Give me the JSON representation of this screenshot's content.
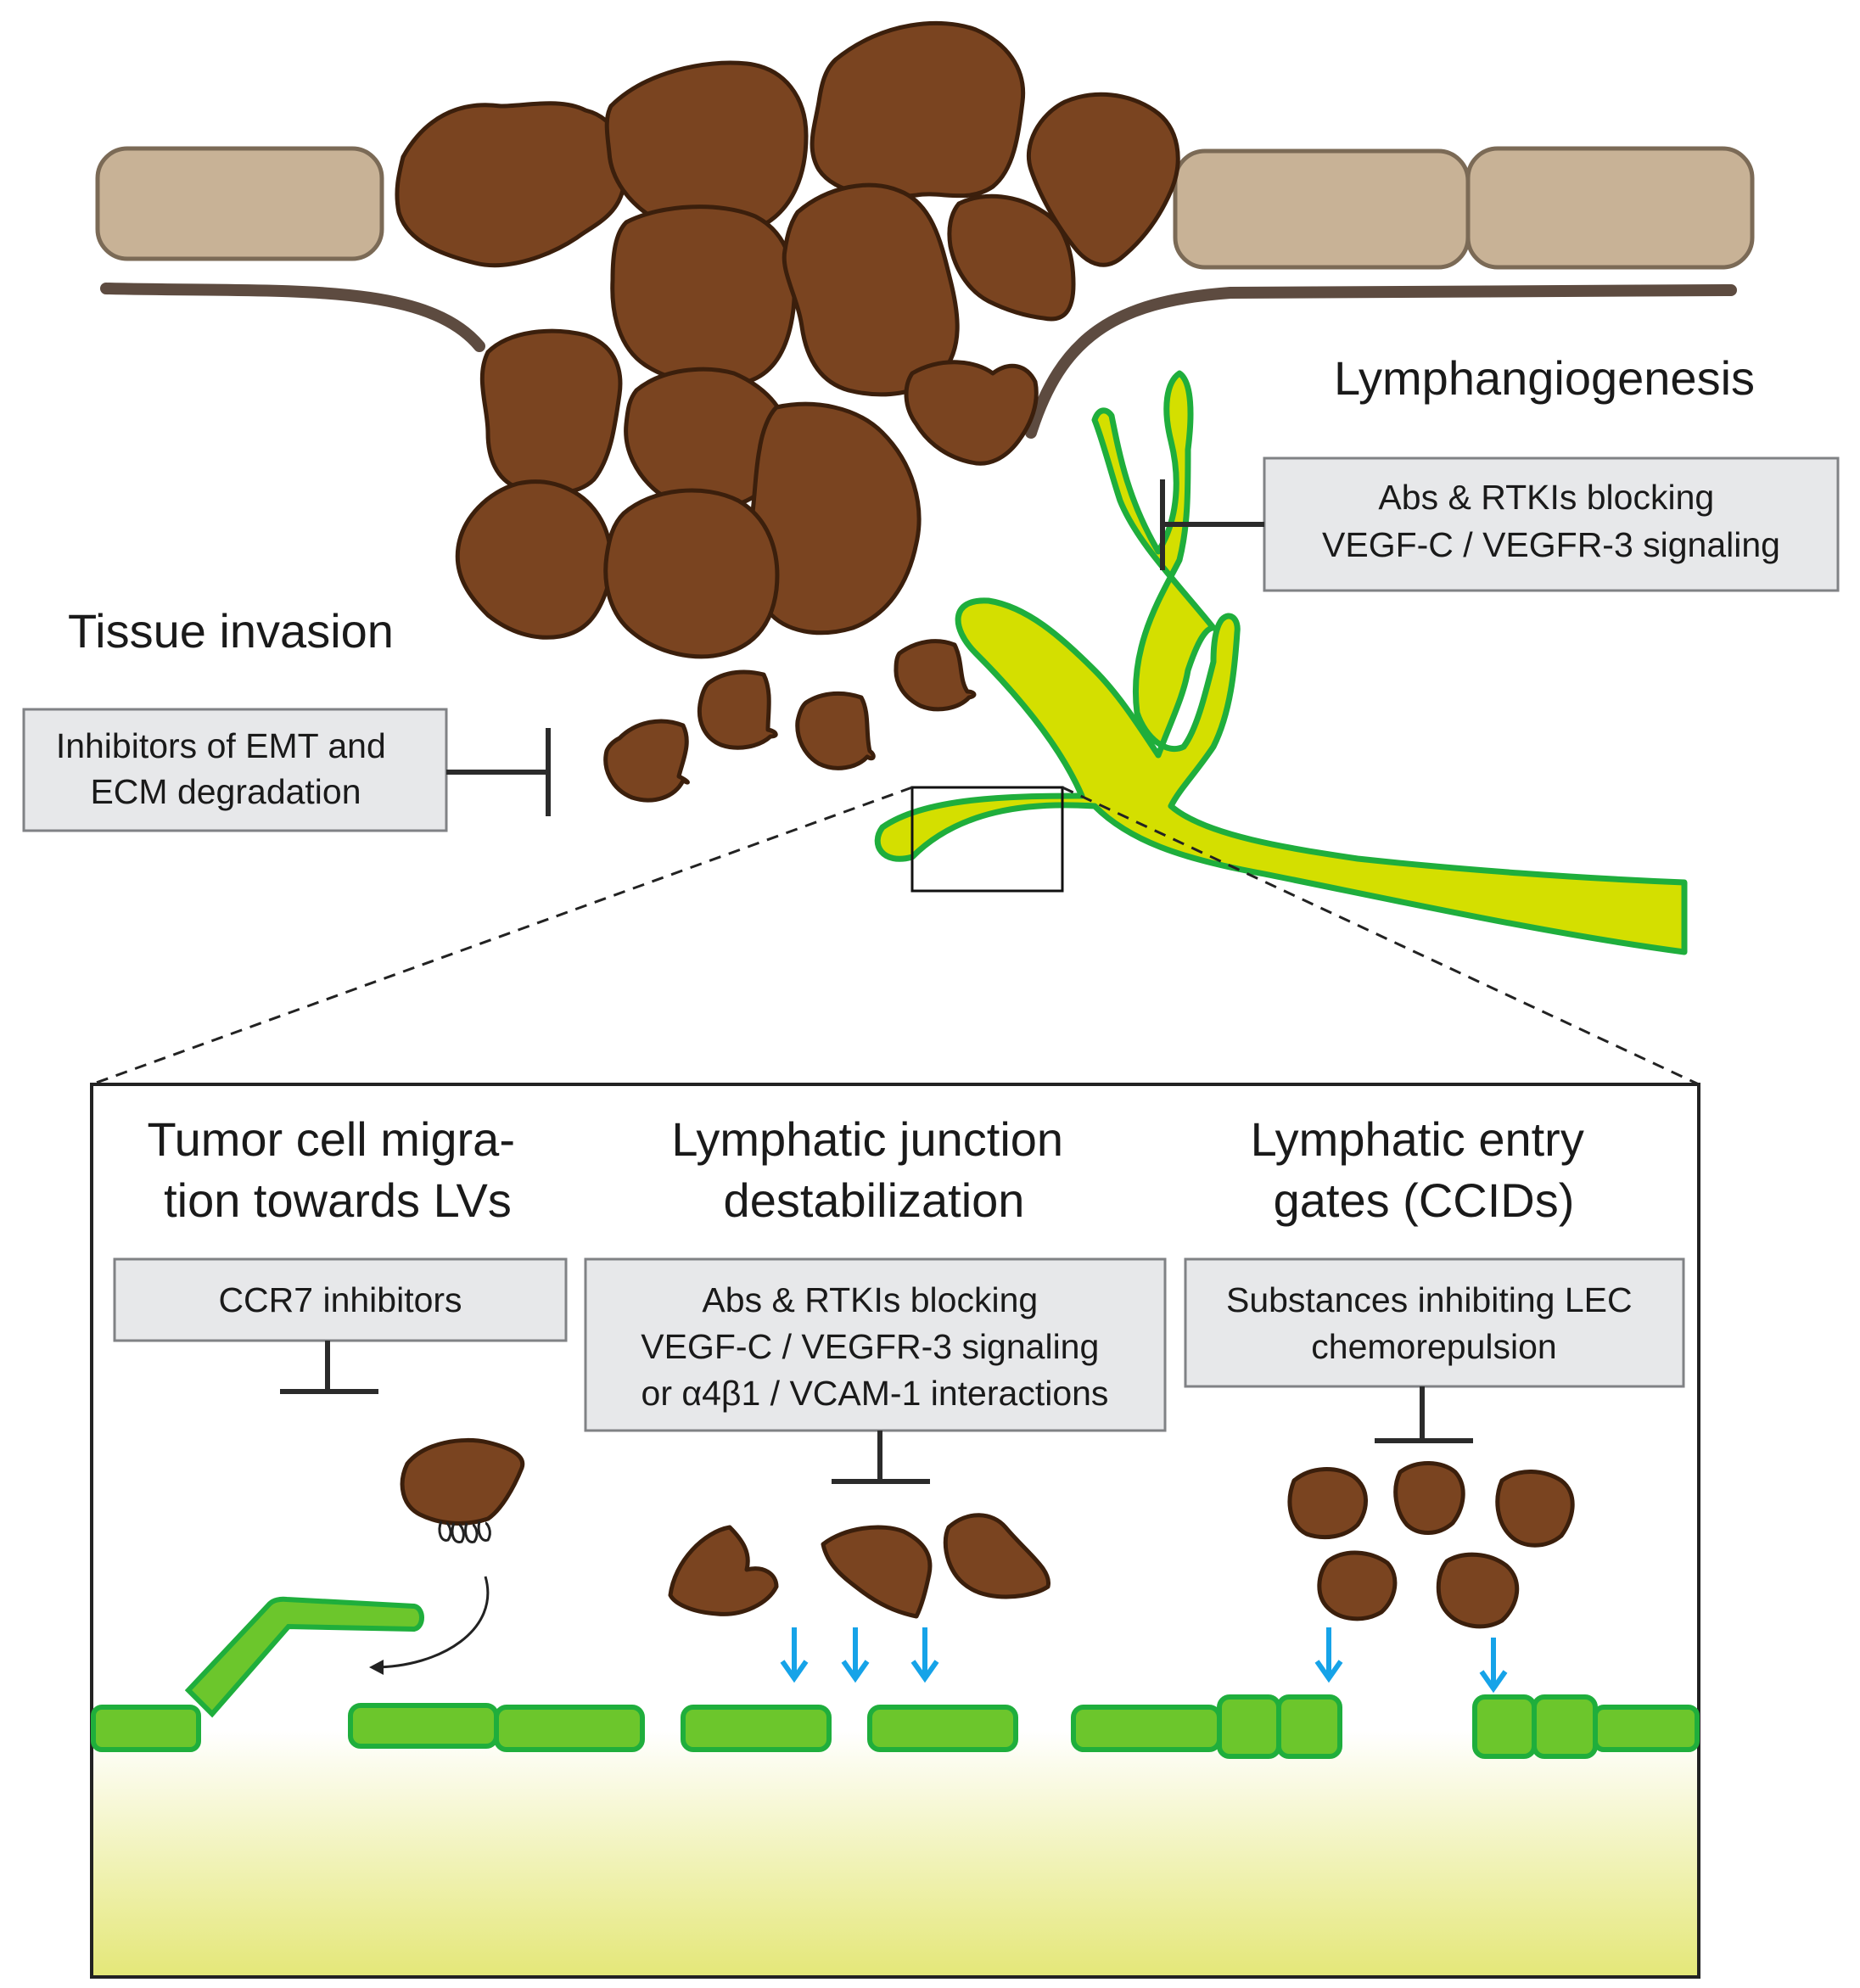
{
  "top": {
    "lymphangiogenesis": "Lymphangiogenesis",
    "lymph_box": [
      "Abs & RTKIs blocking",
      "VEGF-C / VEGFR-3 signaling"
    ],
    "tissue_invasion": "Tissue invasion",
    "invasion_box": [
      "Inhibitors of EMT and",
      "ECM degradation"
    ]
  },
  "panel": {
    "migration": {
      "title": [
        "Tumor cell migra-",
        "tion towards LVs"
      ],
      "box": [
        "CCR7 inhibitors"
      ]
    },
    "junction": {
      "title": [
        "Lymphatic junction",
        "destabilization"
      ],
      "box": [
        "Abs & RTKIs blocking",
        "VEGF-C / VEGFR-3 signaling",
        "or α4β1 / VCAM-1 interactions"
      ]
    },
    "entry": {
      "title": [
        "Lymphatic entry",
        "gates (CCIDs)"
      ],
      "box": [
        "Substances inhibiting LEC",
        "chemorepulsion"
      ]
    }
  },
  "colors": {
    "tumor_cell": "#7a4420",
    "tumor_outline": "#3b1f0c",
    "lymph_vessel": "#d4df00",
    "lymph_outline": "#1fae3c",
    "lec_cell": "#6cc62c",
    "arrow_blue": "#16a3e8",
    "epithelium": "#c8b296",
    "box_fill": "#e7e8ea"
  }
}
